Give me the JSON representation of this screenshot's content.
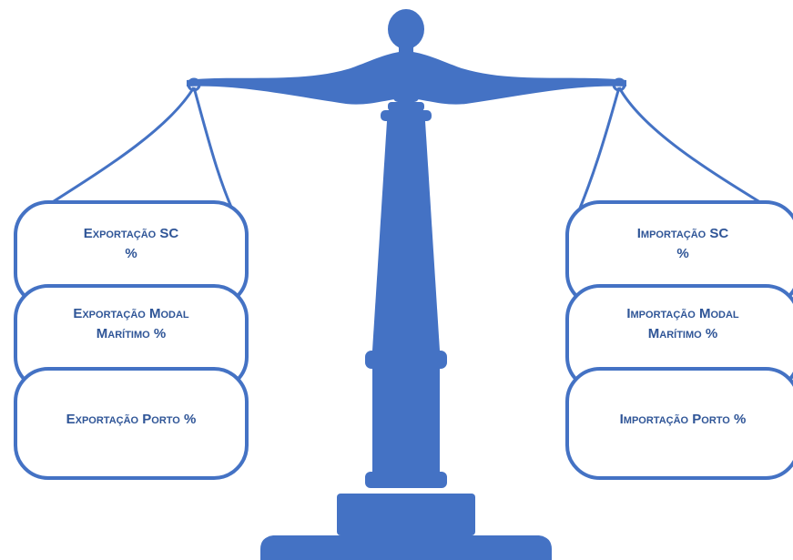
{
  "left_pan": {
    "box1": {
      "line1": "Exportação SC",
      "line2": "%"
    },
    "box2": {
      "line1": "Exportação Modal",
      "line2": "Marítimo %"
    },
    "box3": {
      "line1": "Exportação Porto %"
    }
  },
  "right_pan": {
    "box1": {
      "line1": "Importação SC",
      "line2": "%"
    },
    "box2": {
      "line1": "Importação Modal",
      "line2": "Marítimo %"
    },
    "box3": {
      "line1": "Importação Porto %"
    }
  },
  "colors": {
    "scale": "#4472c4",
    "text": "#2f5597",
    "background": "#ffffff"
  }
}
